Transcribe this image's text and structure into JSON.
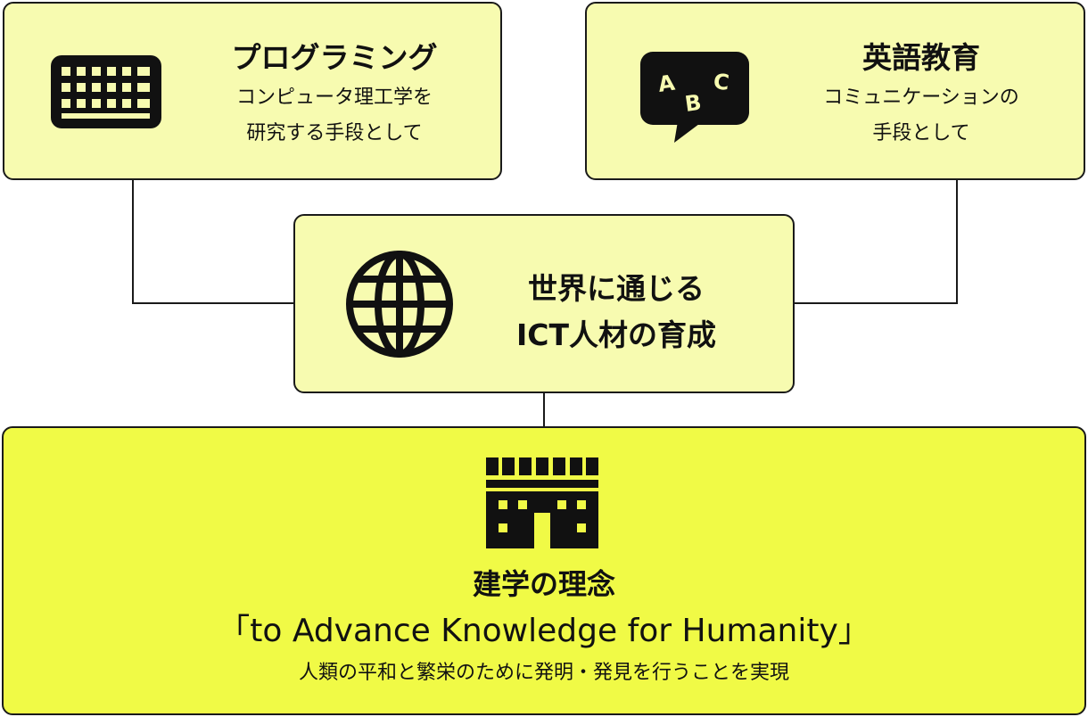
{
  "programming": {
    "title": "プログラミング",
    "line1": "コンピュータ理工学を",
    "line2": "研究する手段として",
    "icon": "keyboard-icon"
  },
  "english": {
    "title": "英語教育",
    "line1": "コミュニケーションの",
    "line2": "手段として",
    "icon": "abc-speech-bubble-icon",
    "icon_letters": [
      "A",
      "B",
      "C"
    ]
  },
  "ict": {
    "line1": "世界に通じる",
    "line2": "ICT人材の育成",
    "icon": "globe-icon"
  },
  "philosophy": {
    "heading": "建学の理念",
    "motto": "「to Advance Knowledge for Humanity」",
    "description": "人類の平和と繁栄のために発明・発見を行うことを実現",
    "icon": "university-building-icon"
  },
  "colors": {
    "card_light": "#f7fbb0",
    "card_main": "#f0fa46",
    "outline": "#1a1a1a"
  }
}
